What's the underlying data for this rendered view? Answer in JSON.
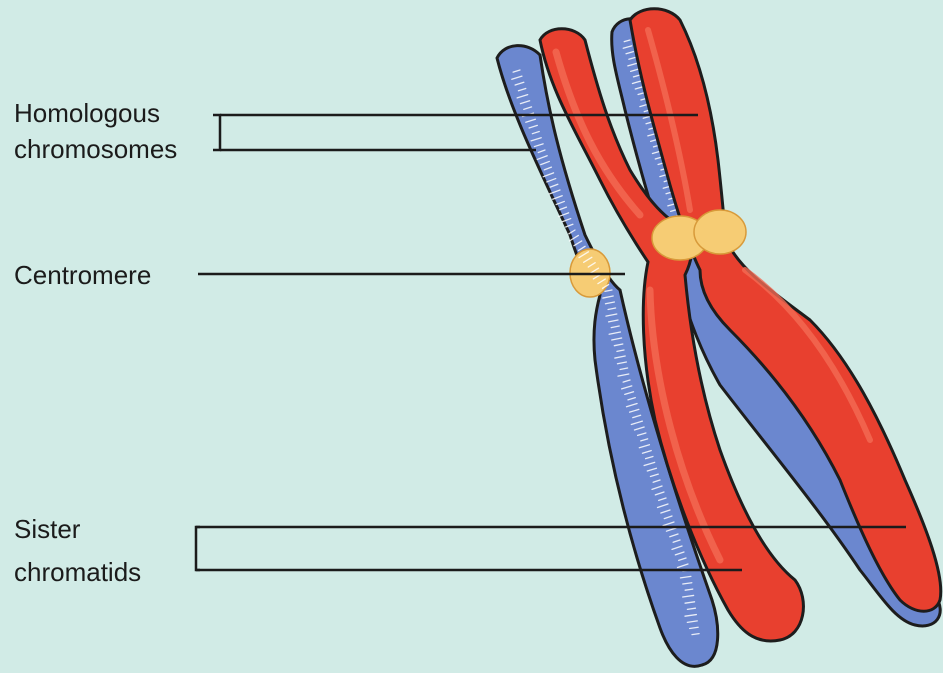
{
  "labels": {
    "homologous_line1": "Homologous",
    "homologous_line2": "chromosomes",
    "centromere": "Centromere",
    "sister_line1": "Sister",
    "sister_line2": "chromatids"
  },
  "colors": {
    "background": "#d1ebe6",
    "chromosome_blue": "#6b87cf",
    "chromosome_red": "#e8402f",
    "chromosome_red_highlight": "#f26a54",
    "centromere": "#f6cc74",
    "outline": "#1d1d1d",
    "leader_line": "#1b1b1b",
    "texture": "#ffffff"
  }
}
